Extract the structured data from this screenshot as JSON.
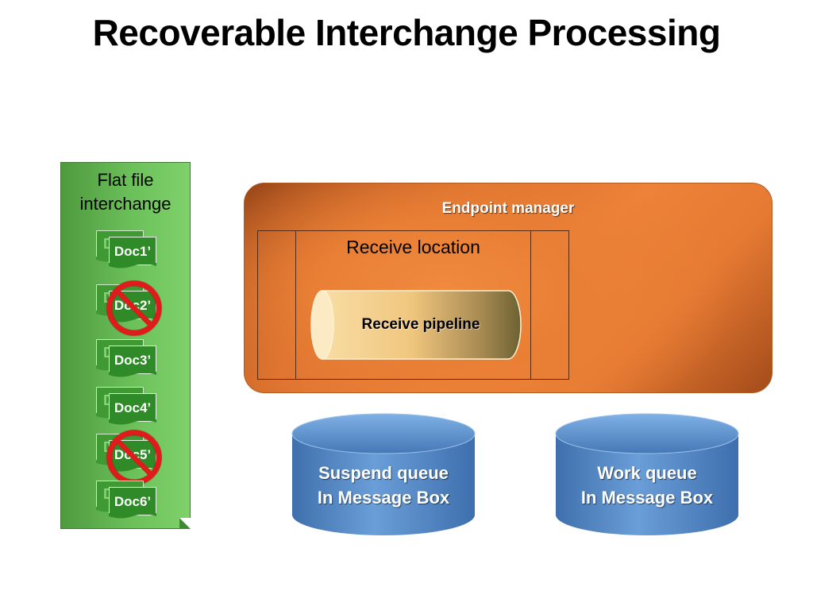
{
  "title": "Recoverable Interchange Processing",
  "flat_file": {
    "label_line1": "Flat file",
    "label_line2": "interchange",
    "docs": [
      {
        "back": "Doc1",
        "front": "Doc1’",
        "suspended": false
      },
      {
        "back": "Doc2",
        "front": "Doc2’",
        "suspended": true
      },
      {
        "back": "Doc3",
        "front": "Doc3’",
        "suspended": false
      },
      {
        "back": "Doc4",
        "front": "Doc4’",
        "suspended": false
      },
      {
        "back": "Doc5",
        "front": "Doc5’",
        "suspended": true
      },
      {
        "back": "Doc6",
        "front": "Doc6’",
        "suspended": false
      }
    ],
    "icons": {
      "suspended": "no-entry-icon",
      "document": "document-icon"
    }
  },
  "endpoint_manager": {
    "label": "Endpoint manager",
    "receive_location": {
      "label": "Receive location",
      "pipeline": "Receive pipeline"
    }
  },
  "queues": [
    {
      "line1": "Suspend queue",
      "line2": "In Message Box",
      "icon": "database-icon"
    },
    {
      "line1": "Work queue",
      "line2": "In Message Box",
      "icon": "database-icon"
    }
  ],
  "colors": {
    "flat_file_green": "#6cc05a",
    "doc_green": "#2e8b28",
    "endpoint_orange": "#e97f35",
    "queue_blue": "#5b8ec9",
    "no_entry_red": "#e01b1b"
  }
}
